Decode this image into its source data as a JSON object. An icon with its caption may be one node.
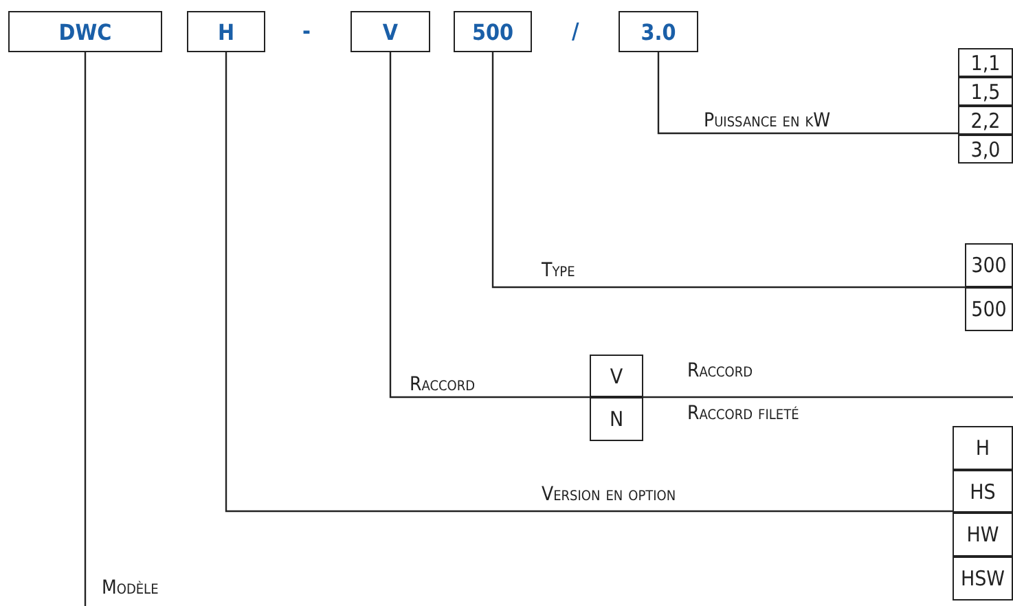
{
  "diagram": {
    "nodes": [
      {
        "text": [
          "DWC"
        ]
      },
      {
        "text": [
          "H"
        ]
      },
      {
        "text": [
          "V"
        ]
      },
      {
        "text": [
          "500"
        ]
      },
      {
        "text": [
          "3.0"
        ]
      },
      {
        "text": [],
        "shape": "box"
      },
      {
        "text": [
          "1,1"
        ],
        "in": 5
      },
      {
        "text": [
          "1,5"
        ],
        "in": 5
      },
      {
        "text": [
          "2,2"
        ],
        "in": 5
      },
      {
        "text": [
          "3,0"
        ],
        "in": 5
      },
      {
        "text": [],
        "shape": "box"
      },
      {
        "text": [
          "300"
        ],
        "in": 10
      },
      {
        "text": [
          "500"
        ],
        "in": 10
      },
      {
        "text": [],
        "shape": "box"
      },
      {
        "text": [
          "V"
        ],
        "in": 13,
        "beside": [
          "Raccord"
        ]
      },
      {
        "text": [
          "N"
        ],
        "in": 13,
        "beside": [
          "Raccord fileté"
        ]
      },
      {
        "text": [],
        "shape": "box"
      },
      {
        "text": [
          "H"
        ],
        "in": 16
      },
      {
        "text": [
          "HS"
        ],
        "in": 16
      },
      {
        "text": [
          "HW"
        ],
        "in": 16
      },
      {
        "text": [
          "HSW"
        ],
        "in": 16
      }
    ],
    "edges": [
      {
        "from": 4,
        "to": 5,
        "arrow": "none",
        "label": "Puissance en kW"
      },
      {
        "from": 3,
        "to": 10,
        "arrow": "none",
        "label": "Type"
      },
      {
        "from": 2,
        "to": 13,
        "arrow": "none",
        "label": "Raccord"
      },
      {
        "from": 1,
        "to": 16,
        "arrow": "none",
        "label": "Version en option"
      },
      {
        "from": 0,
        "to": null,
        "arrow": "none",
        "label": "Modèle"
      }
    ],
    "labels": [
      "-",
      "/"
    ]
  }
}
